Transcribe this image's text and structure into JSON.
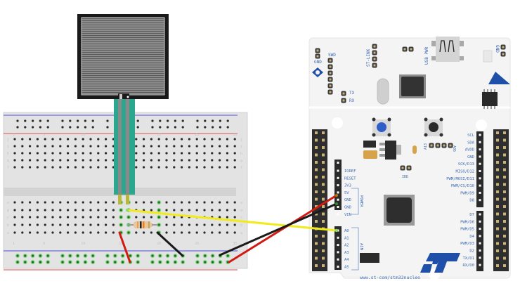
{
  "diagram": {
    "title": "Force sensitive resistor wired to STM32 Nucleo via breadboard",
    "components": {
      "fsr": {
        "name": "Force Sensitive Resistor (square)"
      },
      "resistor": {
        "name": "Resistor",
        "bands": [
          "#d9a35a",
          "#222222",
          "#f07d1e",
          "#c9a25a"
        ]
      },
      "breadboard": {
        "column_labels": [
          "1",
          "5",
          "10",
          "15",
          "20",
          "25",
          "30"
        ],
        "row_labels_top": [
          "j",
          "i",
          "h",
          "g",
          "f"
        ],
        "row_labels_bottom": [
          "e",
          "d",
          "c",
          "b",
          "a"
        ]
      }
    },
    "wires": [
      {
        "name": "signal-wire",
        "color": "#f2ea1a",
        "from": "FSR / resistor node",
        "to": "A0"
      },
      {
        "name": "power-wire",
        "color": "#d01a12",
        "from": "breadboard + rail",
        "to": "5V"
      },
      {
        "name": "ground-wire",
        "color": "#1a1a1a",
        "from": "breadboard - rail",
        "to": "GND"
      },
      {
        "name": "fsr-to-rail-wire",
        "color": "#d01a12",
        "from": "FSR lead",
        "to": "+ rail"
      },
      {
        "name": "resistor-to-ground-wire",
        "color": "#1a1a1a",
        "from": "resistor",
        "to": "- rail"
      }
    ],
    "nucleo": {
      "top_labels": {
        "gnd_left": "GND",
        "swd": "SWD",
        "st_link": "ST-LINK",
        "usb_pwr": "USB PWR",
        "gnd_right": "GND",
        "tx": "TX",
        "rx": "RX",
        "a13": "A13",
        "a05": "A05",
        "idd": "IDD"
      },
      "power_header": {
        "group_label": "POWER",
        "pins": [
          "IOREF",
          "RESET",
          "3V3",
          "5V",
          "GND",
          "GND",
          "VIN"
        ]
      },
      "analog_header": {
        "group_label": "AIN",
        "pins": [
          "A0",
          "A1",
          "A2",
          "A3",
          "A4",
          "A5"
        ]
      },
      "right_header_top": [
        "SCL",
        "SDA",
        "AVDD",
        "GND",
        "SCK/D13",
        "MISO/D12",
        "PWM/MOSI/D11",
        "PWM/CS/D10",
        "PWM/D9",
        "D8"
      ],
      "right_header_bottom": [
        "D7",
        "PWM/D6",
        "PWM/D5",
        "D4",
        "PWM/D3",
        "D2",
        "TX/D1",
        "RX/D0"
      ],
      "url": "www.st-com/stm32nucleo",
      "logo": "ST",
      "accent": "#1f4fa8"
    }
  }
}
